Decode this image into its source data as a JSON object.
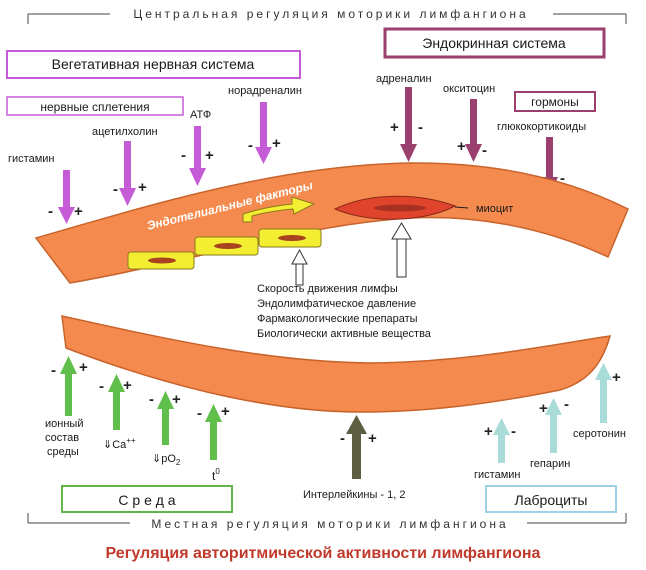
{
  "header": {
    "central": "Центральная регуляция моторики лимфангиона",
    "local": "Местная регуляция моторики лимфангиона"
  },
  "title": "Регуляция авторитмической активности лимфангиона",
  "boxes": {
    "vegetative": "Вегетативная нервная система",
    "endocrine": "Эндокринная система",
    "nerve_plexus": "нервные сплетения",
    "hormones": "гормоны",
    "environment": "С р е д а",
    "labrocytes": "Лаброциты"
  },
  "labels": {
    "histamine_top": "гистамин",
    "acetylcholine": "ацетилхолин",
    "atp": "АТФ",
    "noradrenaline": "норадреналин",
    "adrenaline": "адреналин",
    "oxytocin": "окситоцин",
    "glucocorticoids": "глюкокортикоиды",
    "endothelial": "Эндотелиальные факторы",
    "myocyte": "миоцит",
    "ionic_1": "ионный",
    "ionic_2": "состав",
    "ionic_3": "среды",
    "ca_symbol": "⇓Ca",
    "ca_sup": "++",
    "po2_symbol": "⇓pO",
    "po2_sub": "2",
    "temp_symbol": "t",
    "temp_sup": "0",
    "interleukins": "Интерлейкины - 1, 2",
    "histamine_bottom": "гистамин",
    "heparin": "гепарин",
    "serotonin": "серотонин"
  },
  "factors": [
    "Скорость движения лимфы",
    "Эндолимфатическое давление",
    "Фармакологические препараты",
    "Биологически активные вещества"
  ],
  "signs": {
    "minus": "-",
    "plus": "+"
  },
  "colors": {
    "vessel": "#f58a4e",
    "vessel_outline": "#c8632c",
    "violet_arrow": "#c65bd8",
    "plum_arrow": "#9b3f6e",
    "green_arrow": "#5fbf4a",
    "dark_olive_arrow": "#5e5e43",
    "pale_blue_arrow": "#a9dbd8",
    "yellow_cell": "#f4ee32",
    "myocyte": "#e0442c",
    "title_red": "#c0392b",
    "box_violet": "#b24dbf",
    "box_plum": "#9b3f6e",
    "box_green": "#63b54a",
    "box_blue": "#9fd0e6"
  }
}
